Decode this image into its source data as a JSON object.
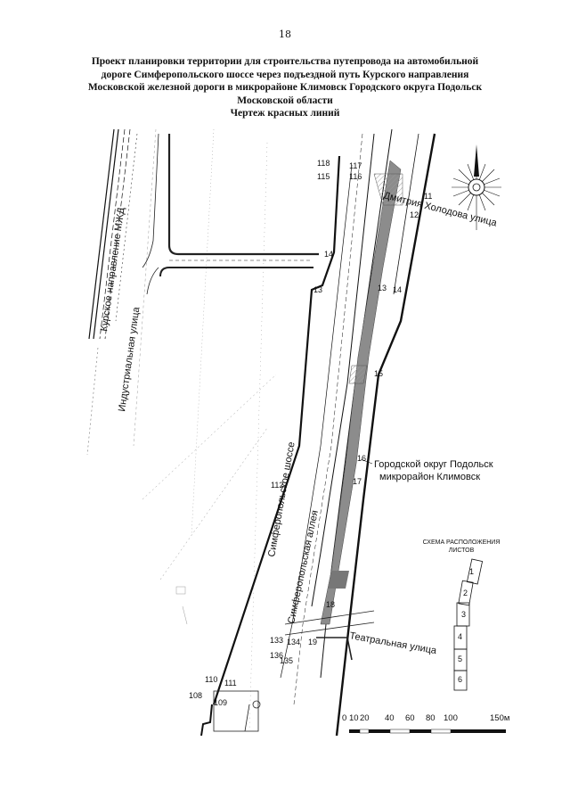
{
  "page_number": "18",
  "title_lines": [
    "Проект планировки территории для строительства путепровода на автомобильной",
    "дороге Симферопольского шоссе через подъездной путь Курского направления",
    "Московской железной дороги в микрорайоне Климовск Городского округа Подольск",
    "Московской области",
    "Чертеж красных линий"
  ],
  "map_labels": {
    "kursk_railway": "Курское направление МЖД",
    "industrial_street": "Индустриальная улица",
    "simferopol_highway": "Симферопольское шоссе",
    "simferopol_alley": "Симферопольская аллея",
    "kholodov_street": "Дмитрия Холодова улица",
    "theatre_street": "Театральная улица",
    "district_line1": "Городской округ Подольск",
    "district_line2": "микрорайон Климовск"
  },
  "point_labels": {
    "p118": "118",
    "p117": "117",
    "p115": "115",
    "p116": "116",
    "p11": "11",
    "p12": "12",
    "p14a": "14",
    "p13a": "13",
    "p13b": "13",
    "p14b": "14",
    "p15": "15",
    "p16": "16",
    "p17": "17",
    "p112": "112",
    "p18": "18",
    "p133": "133",
    "p134": "134",
    "p19": "19",
    "p136": "136",
    "p135": "135",
    "p110": "110",
    "p111": "111",
    "p108": "108",
    "p109": "109"
  },
  "sheet_scheme": {
    "title_line1": "СХЕМА РАСПОЛОЖЕНИЯ",
    "title_line2": "ЛИСТОВ",
    "sheets": [
      "1",
      "2",
      "3",
      "4",
      "5",
      "6"
    ]
  },
  "scale_bar": {
    "ticks": [
      "0",
      "10",
      "20",
      "40",
      "60",
      "80",
      "100",
      "150м"
    ]
  },
  "colors": {
    "ink": "#111111",
    "fill_gray": "#8c8c8c",
    "hatch_gray": "#9a9a9a"
  }
}
